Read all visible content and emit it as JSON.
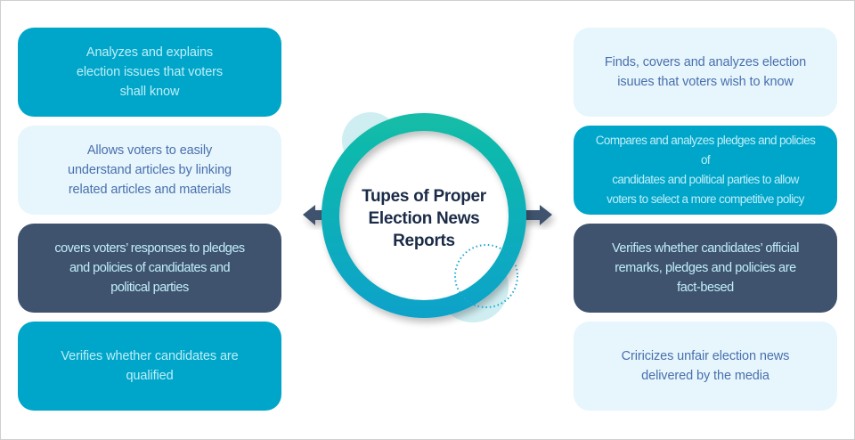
{
  "diagram": {
    "title_lines": [
      "Tupes of Proper",
      "Election News",
      "Reports"
    ],
    "left_items": [
      {
        "lines": [
          "Analyzes and explains",
          "election issues that voters",
          "shall know"
        ],
        "style": "teal"
      },
      {
        "lines": [
          "Allows voters to easily",
          "understand articles by linking",
          "related articles and materials"
        ],
        "style": "light"
      },
      {
        "lines": [
          "covers voters’ responses to pledges",
          "and policies of candidates and",
          "political parties"
        ],
        "style": "dark"
      },
      {
        "lines": [
          "Verifies whether candidates are",
          "qualified"
        ],
        "style": "teal"
      }
    ],
    "right_items": [
      {
        "lines": [
          "Finds, covers and analyzes election",
          "isuues that voters wish to know"
        ],
        "style": "light"
      },
      {
        "lines": [
          "Compares and analyzes pledges and policies of",
          "candidates and political parties to allow",
          "voters to select a more competitive policy"
        ],
        "style": "teal"
      },
      {
        "lines": [
          "Verifies whether candidates’ official",
          "remarks, pledges and policies are",
          "fact-besed"
        ],
        "style": "dark"
      },
      {
        "lines": [
          "Criricizes unfair election news",
          "delivered by the media"
        ],
        "style": "light"
      }
    ],
    "colors": {
      "teal": "#00a6c9",
      "light": "#e6f6fc",
      "dark": "#40536e",
      "ring_top": "#12bca8",
      "ring_bottom": "#0aa3c9",
      "arrow": "#40536e",
      "title": "#1b2b47"
    }
  }
}
